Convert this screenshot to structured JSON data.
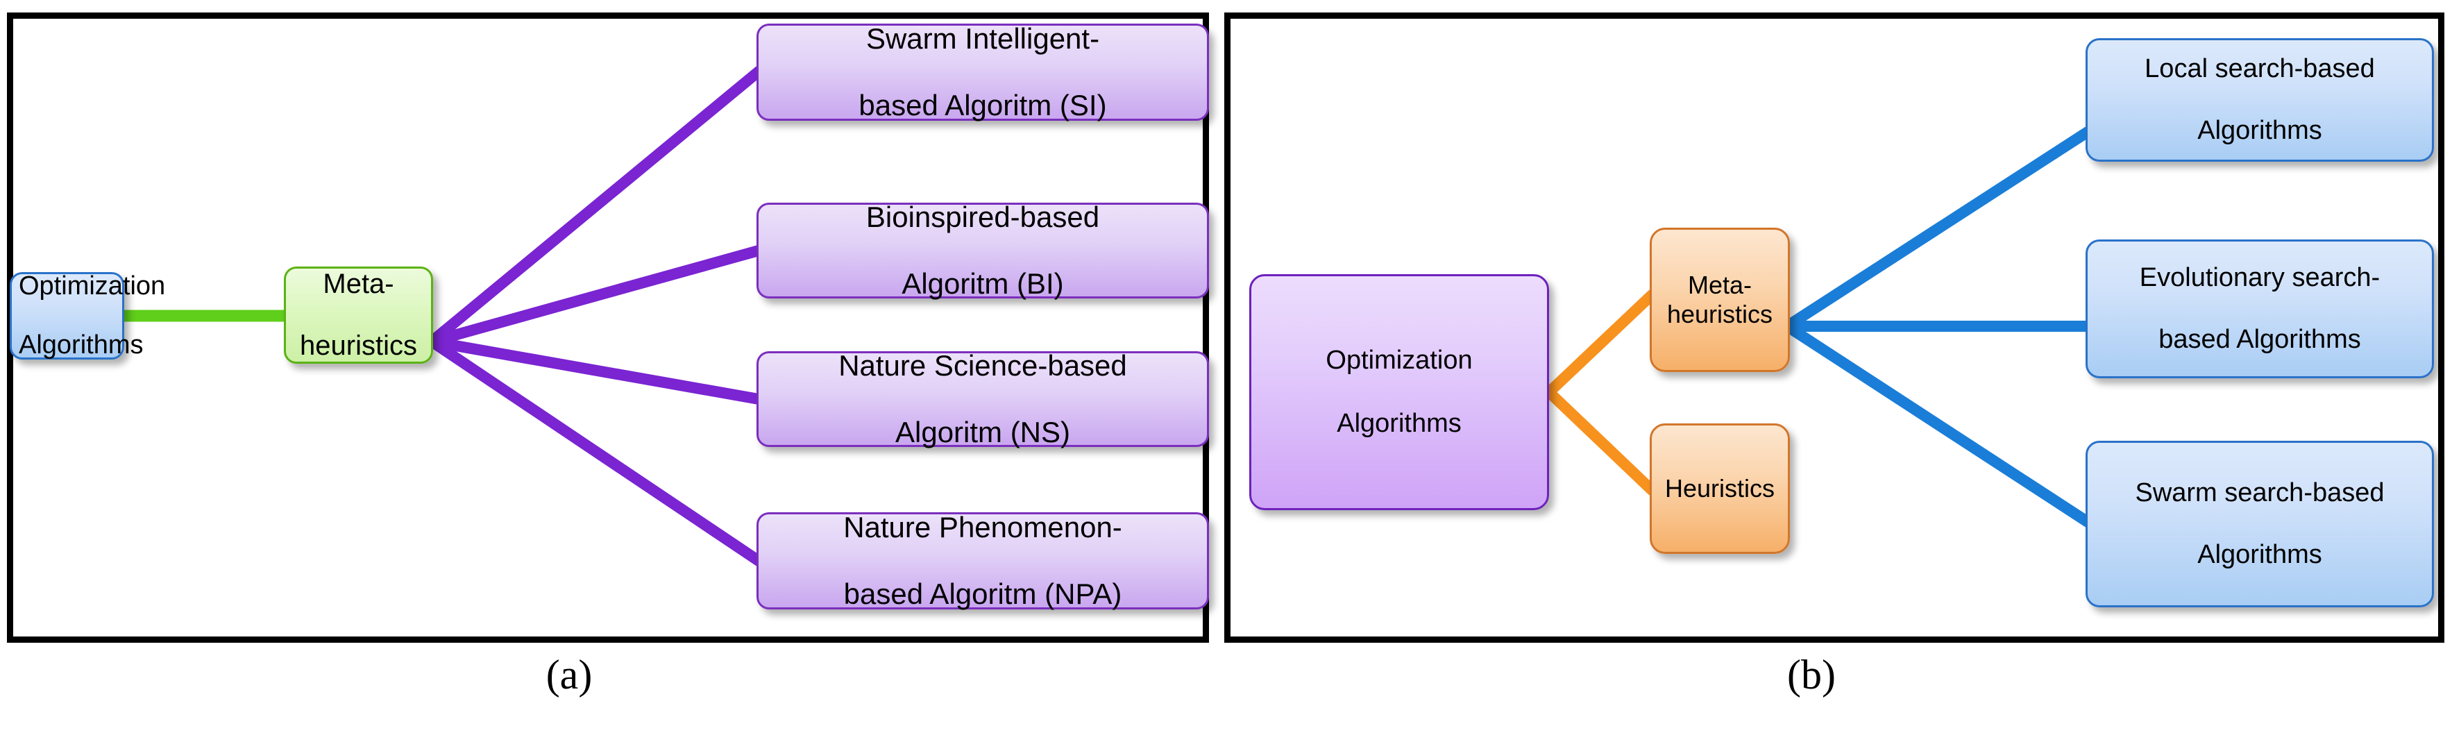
{
  "figure": {
    "panels": [
      {
        "id": "a",
        "caption": "(a)",
        "nodes": {
          "root": {
            "label": "Optimization Algorithms",
            "line1": "Optimization",
            "line2": "Algorithms",
            "color": "#a9cdf4"
          },
          "middle": {
            "label": "Meta-heuristics",
            "line1": "Meta-",
            "line2": "heuristics",
            "color": "#cdf0a6"
          },
          "leaves": [
            {
              "line1": "Swarm Intelligent-",
              "line2": "based Algoritm (SI)",
              "label": "Swarm Intelligent-based Algoritm (SI)"
            },
            {
              "line1": "Bioinspired-based",
              "line2": "Algoritm (BI)",
              "label": "Bioinspired-based Algoritm (BI)"
            },
            {
              "line1": "Nature Science-based",
              "line2": "Algoritm (NS)",
              "label": "Nature Science-based Algoritm (NS)"
            },
            {
              "line1": "Nature Phenomenon-",
              "line2": "based Algoritm (NPA)",
              "label": "Nature Phenomenon-based Algoritm (NPA)"
            }
          ]
        },
        "connector_colors": {
          "root_to_middle": "#5fcf1b",
          "middle_to_leaves": "#7a24d2"
        }
      },
      {
        "id": "b",
        "caption": "(b)",
        "nodes": {
          "root": {
            "label": "Optimization Algorithms",
            "line1": "Optimization",
            "line2": "Algorithms",
            "color": "#cfa3f7"
          },
          "middle": [
            {
              "label": "Meta-heuristics",
              "line1": "Meta-heuristics",
              "line2": ""
            },
            {
              "label": "Heuristics",
              "line1": "Heuristics",
              "line2": ""
            }
          ],
          "leaves": [
            {
              "line1": "Local search-based",
              "line2": "Algorithms",
              "label": "Local search-based Algorithms"
            },
            {
              "line1": "Evolutionary search-",
              "line2": "based Algorithms",
              "label": "Evolutionary search-based Algorithms"
            },
            {
              "line1": "Swarm search-based",
              "line2": "Algorithms",
              "label": "Swarm search-based Algorithms"
            }
          ]
        },
        "connector_colors": {
          "root_to_middle": "#f7921e",
          "middle_to_leaves": "#1a7ed8"
        }
      }
    ]
  }
}
